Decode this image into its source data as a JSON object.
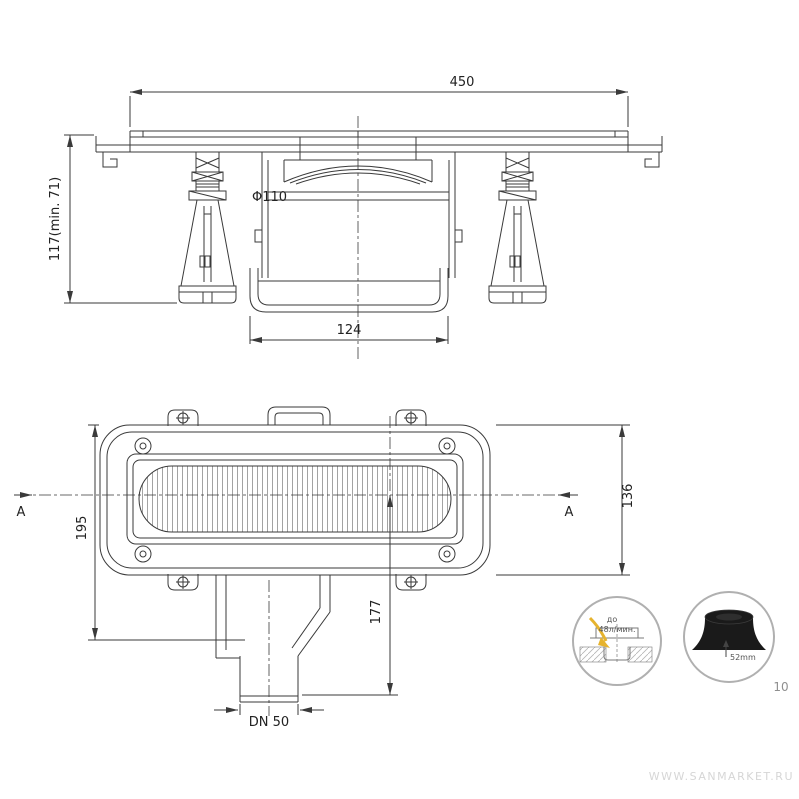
{
  "section_view": {
    "dim_width": "450",
    "dim_height": "117(min. 71)",
    "dim_diameter": "Φ110",
    "dim_trap_width": "124"
  },
  "plan_view": {
    "dim_body_width": "136",
    "dim_body_length": "195",
    "dim_outlet_length": "177",
    "dim_pipe_size": "DN 50",
    "section_mark_left": "A",
    "section_mark_right": "A"
  },
  "details": {
    "flow_label_line1": "до",
    "flow_label_line2": "48л/мин.",
    "seal_height": "52mm"
  },
  "page_number": "10",
  "watermark": "WWW.SANMARKET.RU",
  "colors": {
    "line": "#3a3a3a",
    "hatch": "#999999",
    "accent_yellow": "#e6b32e",
    "seal_black": "#1a1a1a",
    "detail_circle": "#b0b0b0",
    "watermark_gray": "#d6d6d6"
  }
}
